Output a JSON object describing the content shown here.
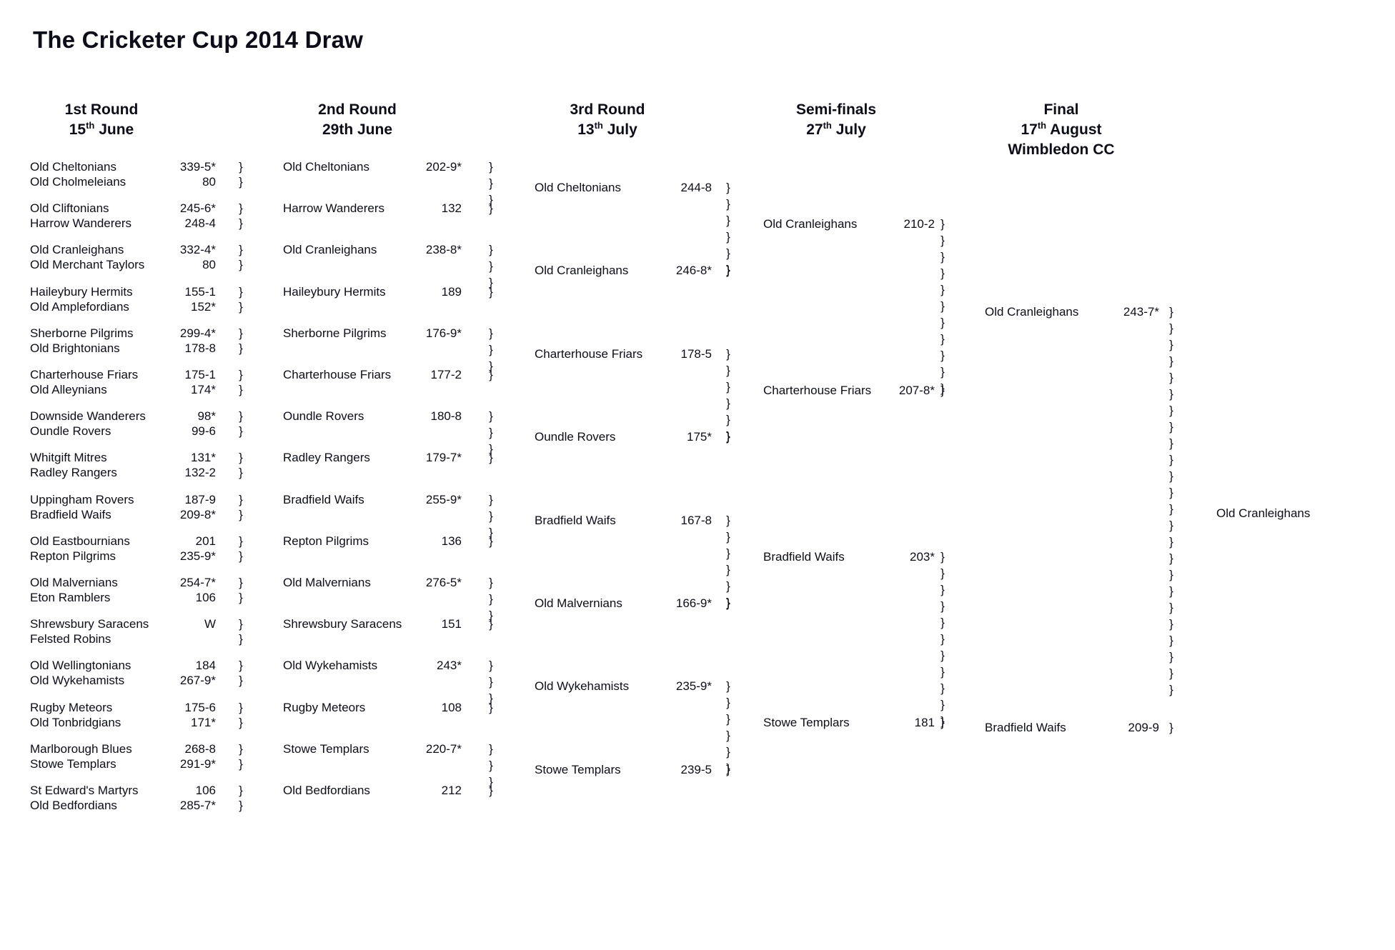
{
  "title": "The Cricketer Cup 2014 Draw",
  "headers": [
    {
      "name": "1st Round",
      "date_num": "15",
      "date_sup": "th",
      "date_rest": " June",
      "venue": ""
    },
    {
      "name": "2nd Round",
      "date_num": "",
      "date_sup": "",
      "date_rest": "29th June",
      "venue": ""
    },
    {
      "name": "3rd Round",
      "date_num": "13",
      "date_sup": "th",
      "date_rest": " July",
      "venue": ""
    },
    {
      "name": "Semi-finals",
      "date_num": "27",
      "date_sup": "th",
      "date_rest": " July",
      "venue": ""
    },
    {
      "name": "Final",
      "date_num": "17",
      "date_sup": "th",
      "date_rest": " August",
      "venue": "Wimbledon CC"
    }
  ],
  "round1": [
    {
      "team": "Old Cheltonians",
      "score": "339-5*"
    },
    {
      "team": "Old Cholmeleians",
      "score": "80"
    },
    {
      "team": "Old Cliftonians",
      "score": "245-6*"
    },
    {
      "team": "Harrow Wanderers",
      "score": "248-4"
    },
    {
      "team": "Old Cranleighans",
      "score": "332-4*"
    },
    {
      "team": "Old Merchant Taylors",
      "score": "80"
    },
    {
      "team": "Haileybury Hermits",
      "score": "155-1"
    },
    {
      "team": "Old Amplefordians",
      "score": "152*"
    },
    {
      "team": "Sherborne Pilgrims",
      "score": "299-4*"
    },
    {
      "team": "Old Brightonians",
      "score": "178-8"
    },
    {
      "team": "Charterhouse Friars",
      "score": "175-1"
    },
    {
      "team": "Old Alleynians",
      "score": "174*"
    },
    {
      "team": "Downside Wanderers",
      "score": "98*"
    },
    {
      "team": "Oundle Rovers",
      "score": "99-6"
    },
    {
      "team": "Whitgift Mitres",
      "score": "131*"
    },
    {
      "team": "Radley Rangers",
      "score": "132-2"
    },
    {
      "team": "Uppingham Rovers",
      "score": "187-9"
    },
    {
      "team": "Bradfield Waifs",
      "score": "209-8*"
    },
    {
      "team": "Old Eastbournians",
      "score": "201"
    },
    {
      "team": "Repton Pilgrims",
      "score": "235-9*"
    },
    {
      "team": "Old Malvernians",
      "score": "254-7*"
    },
    {
      "team": "Eton Ramblers",
      "score": "106"
    },
    {
      "team": "Shrewsbury Saracens",
      "score": "W"
    },
    {
      "team": "Felsted Robins",
      "score": ""
    },
    {
      "team": "Old Wellingtonians",
      "score": "184"
    },
    {
      "team": "Old Wykehamists",
      "score": "267-9*"
    },
    {
      "team": "Rugby Meteors",
      "score": "175-6"
    },
    {
      "team": "Old Tonbridgians",
      "score": "171*"
    },
    {
      "team": "Marlborough Blues",
      "score": "268-8"
    },
    {
      "team": "Stowe Templars",
      "score": "291-9*"
    },
    {
      "team": "St Edward's Martyrs",
      "score": "106"
    },
    {
      "team": "Old Bedfordians",
      "score": "285-7*"
    }
  ],
  "round2": [
    {
      "team": "Old Cheltonians",
      "score": "202-9*"
    },
    {
      "team": "Harrow Wanderers",
      "score": "132"
    },
    {
      "team": "Old Cranleighans",
      "score": "238-8*"
    },
    {
      "team": "Haileybury Hermits",
      "score": "189"
    },
    {
      "team": "Sherborne Pilgrims",
      "score": "176-9*"
    },
    {
      "team": "Charterhouse Friars",
      "score": "177-2"
    },
    {
      "team": "Oundle Rovers",
      "score": "180-8"
    },
    {
      "team": "Radley Rangers",
      "score": "179-7*"
    },
    {
      "team": "Bradfield Waifs",
      "score": "255-9*"
    },
    {
      "team": "Repton Pilgrims",
      "score": "136"
    },
    {
      "team": "Old Malvernians",
      "score": "276-5*"
    },
    {
      "team": "Shrewsbury Saracens",
      "score": "151"
    },
    {
      "team": "Old Wykehamists",
      "score": "243*"
    },
    {
      "team": "Rugby Meteors",
      "score": "108"
    },
    {
      "team": "Stowe Templars",
      "score": "220-7*"
    },
    {
      "team": "Old Bedfordians",
      "score": "212"
    }
  ],
  "round3": [
    {
      "team": "Old Cheltonians",
      "score": "244-8"
    },
    {
      "team": "Old Cranleighans",
      "score": "246-8*"
    },
    {
      "team": "Charterhouse Friars",
      "score": "178-5"
    },
    {
      "team": "Oundle Rovers",
      "score": "175*"
    },
    {
      "team": "Bradfield Waifs",
      "score": "167-8"
    },
    {
      "team": "Old Malvernians",
      "score": "166-9*"
    },
    {
      "team": "Old Wykehamists",
      "score": "235-9*"
    },
    {
      "team": "Stowe Templars",
      "score": "239-5"
    }
  ],
  "semifinals": [
    {
      "team": "Old Cranleighans",
      "score": "210-2"
    },
    {
      "team": "Charterhouse Friars",
      "score": "207-8*"
    },
    {
      "team": "Bradfield Waifs",
      "score": "203*"
    },
    {
      "team": "Stowe Templars",
      "score": "181"
    }
  ],
  "final": [
    {
      "team": "Old Cranleighans",
      "score": "243-7*"
    },
    {
      "team": "Bradfield Waifs",
      "score": "209-9"
    }
  ],
  "winner": {
    "team": "Old Cranleighans"
  },
  "brace_glyph": "}"
}
